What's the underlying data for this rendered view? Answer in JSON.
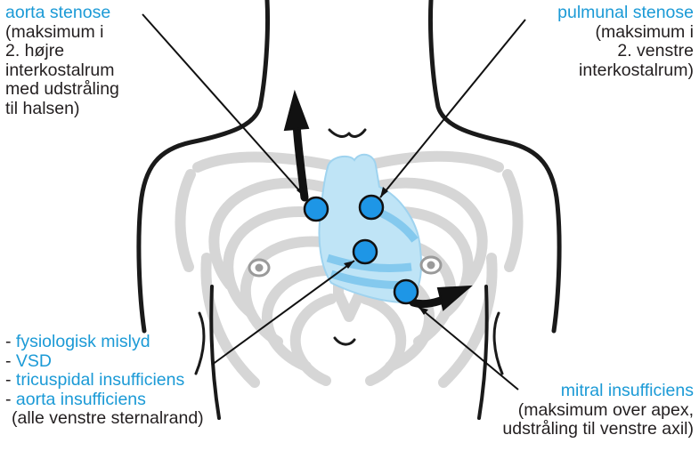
{
  "colors": {
    "title_blue": "#1b9ad6",
    "dot_blue": "#1e96e6",
    "heart_fill": "#bfe4f6",
    "heart_stripe": "#84c9ee",
    "ribs_gray": "#d6d6d6",
    "outline_black": "#1a1a1a"
  },
  "labels": {
    "aorta": {
      "title": "aorta stenose",
      "lines": [
        "(maksimum i",
        "2. højre",
        "interkostalrum",
        "med udstråling",
        "til halsen)"
      ]
    },
    "pulmonal": {
      "title": "pulmunal stenose",
      "lines": [
        "(maksimum i",
        "2. venstre",
        "interkostalrum)"
      ]
    },
    "sternal": {
      "items": [
        "fysiologisk mislyd",
        "VSD",
        "tricuspidal insufficiens",
        "aorta insufficiens"
      ],
      "note": "(alle venstre sternalrand)"
    },
    "mitral": {
      "title": "mitral insufficiens",
      "lines": [
        "(maksimum over apex,",
        "udstråling til venstre axil)"
      ]
    }
  },
  "auscultation_points": [
    {
      "name": "aorta-point"
    },
    {
      "name": "pulmonal-point"
    },
    {
      "name": "sternal-point"
    },
    {
      "name": "mitral-point"
    }
  ]
}
